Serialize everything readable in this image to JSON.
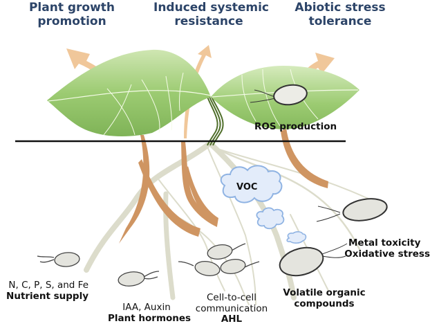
{
  "top_effects": [
    {
      "line1": "Plant growth",
      "line2": "promotion"
    },
    {
      "line1": "Induced systemic",
      "line2": "resistance"
    },
    {
      "line1": "Abiotic stress",
      "line2": "tolerance"
    }
  ],
  "leaf_label": "ROS production",
  "cloud_label": "VOC",
  "root_labels": {
    "nutrient": {
      "sub": "N, C, P, S, and Fe",
      "main": "Nutrient supply"
    },
    "hormones": {
      "sub": "IAA, Auxin",
      "main": "Plant hormones"
    },
    "communication": {
      "line1": "Cell-to-cell",
      "line2": "communication",
      "main": "AHL"
    },
    "volatile": {
      "line1": "Volatile organic",
      "line2": "compounds"
    },
    "stress": {
      "line1": "Metal toxicity",
      "line2": "Oxidative stress"
    }
  },
  "colors": {
    "title": "#2c4468",
    "leaf": "#8cc063",
    "arrow_up": "#f0c79a",
    "arrow_down": "#cf9562",
    "root": "#dcdccb",
    "cloud_fill": "#e3ecfa",
    "cloud_stroke": "#8fb3e3",
    "ground": "#111111"
  }
}
